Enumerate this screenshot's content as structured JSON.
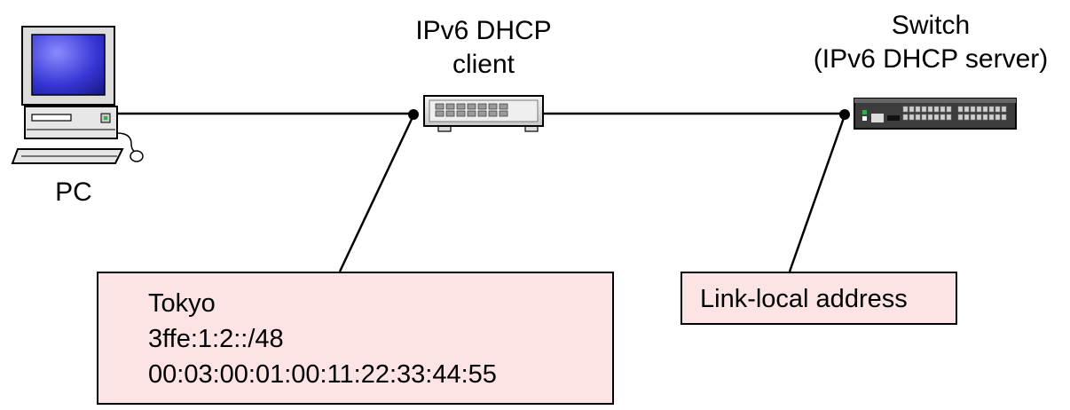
{
  "nodes": {
    "pc": {
      "label": "PC"
    },
    "client": {
      "label_line1": "IPv6 DHCP",
      "label_line2": "client"
    },
    "server": {
      "label_line1": "Switch",
      "label_line2": "(IPv6 DHCP server)"
    }
  },
  "callouts": {
    "client_info": {
      "lines": [
        "Tokyo",
        "3ffe:1:2::/48",
        "00:03:00:01:00:11:22:33:44:55"
      ]
    },
    "server_info": {
      "text": "Link-local address"
    }
  },
  "colors": {
    "callout_fill": "#fde4e4",
    "line": "#000000",
    "pc_screen": "#3a3ad0"
  }
}
